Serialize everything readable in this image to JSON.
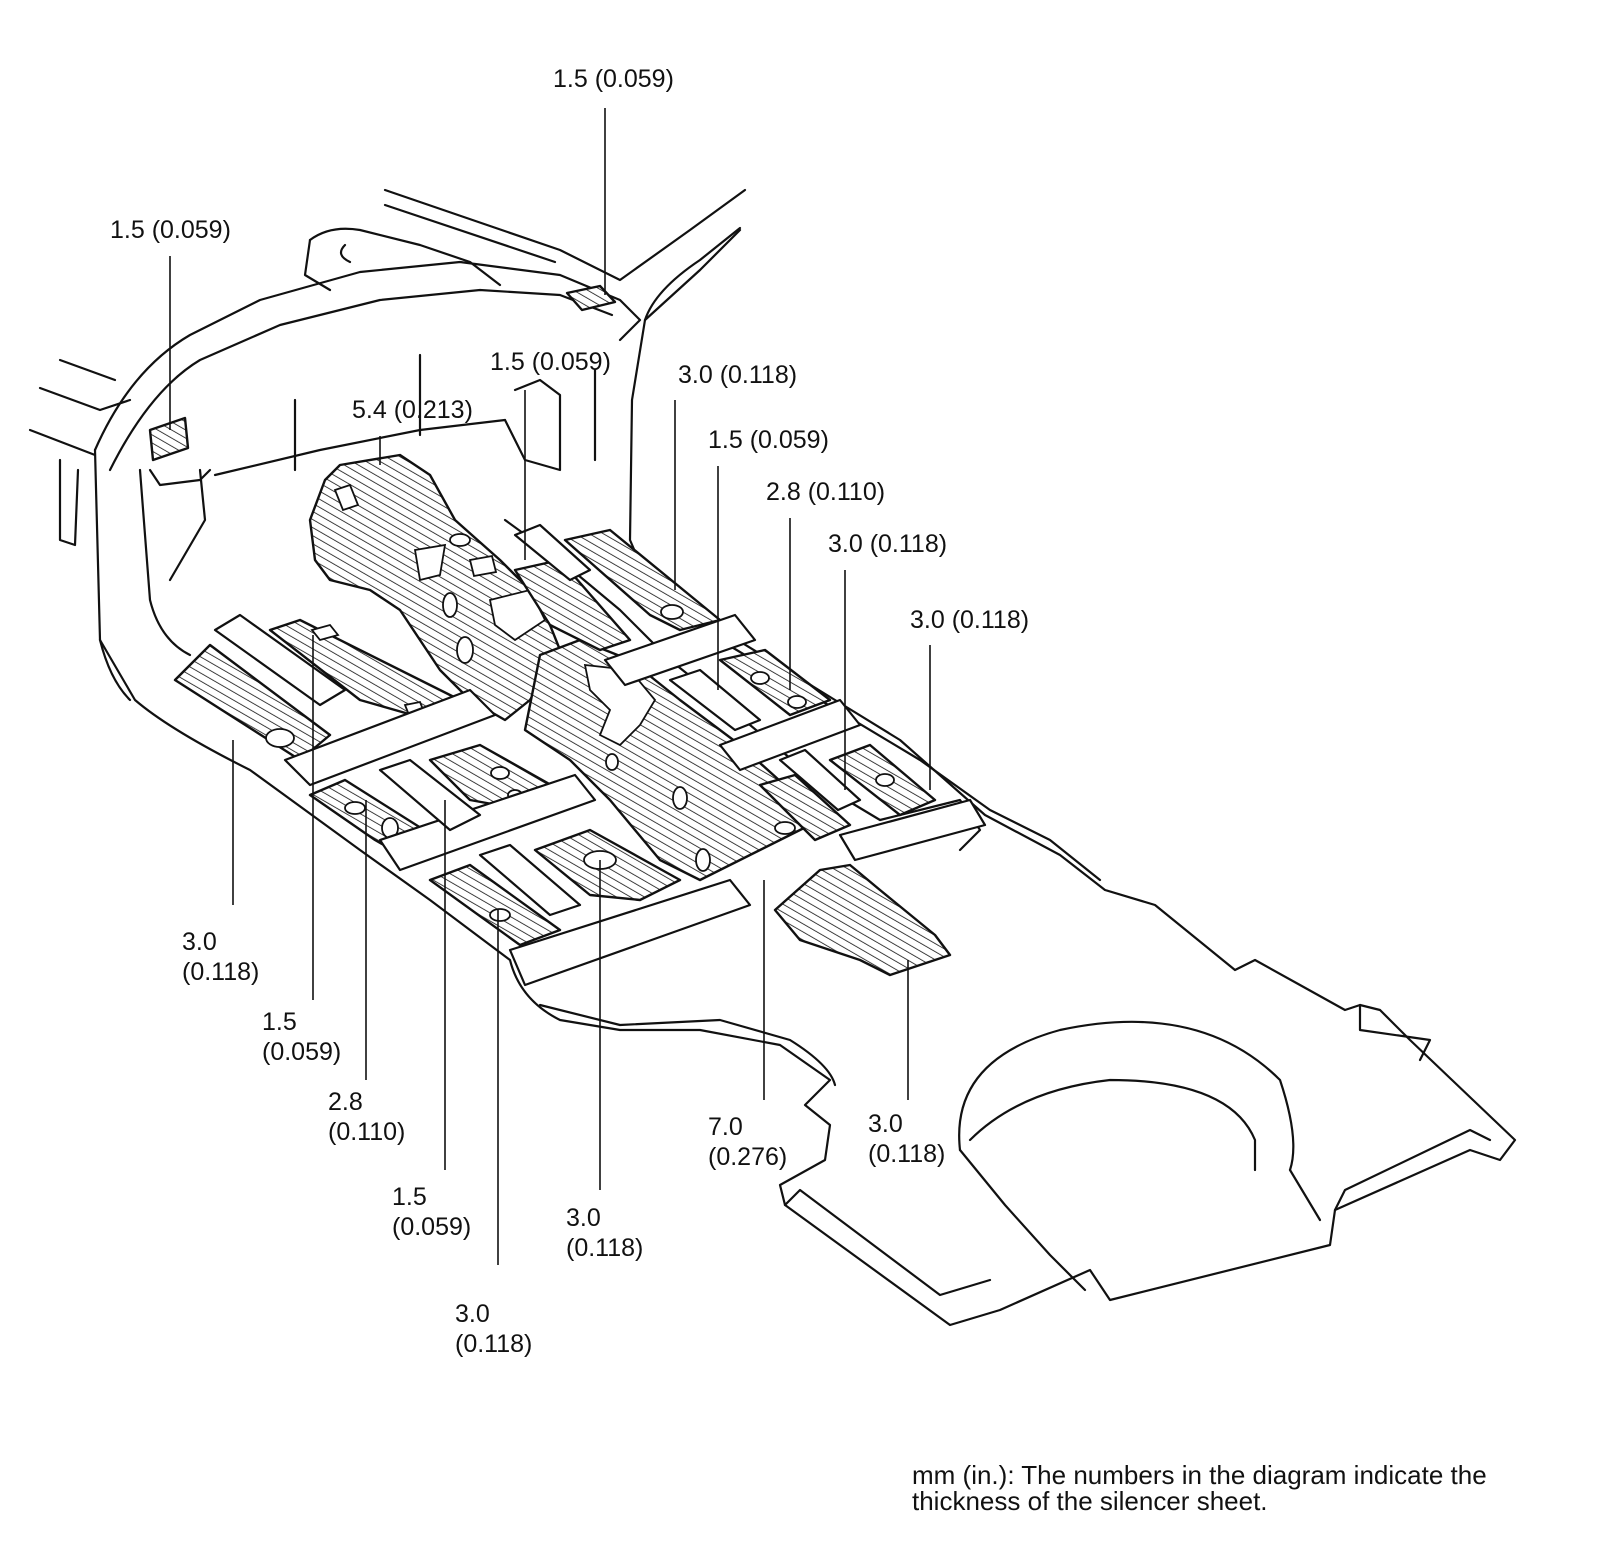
{
  "labels": {
    "top_center": "1.5 (0.059)",
    "top_left": "1.5 (0.059)",
    "mid_center": "1.5 (0.059)",
    "mid_left": "5.4 (0.213)",
    "right_1": "3.0 (0.118)",
    "right_2": "1.5 (0.059)",
    "right_3": "2.8 (0.110)",
    "right_4": "3.0 (0.118)",
    "right_5": "3.0 (0.118)",
    "bottom_1": [
      "3.0",
      "(0.118)"
    ],
    "bottom_2": [
      "1.5",
      "(0.059)"
    ],
    "bottom_3": [
      "2.8",
      "(0.110)"
    ],
    "bottom_4": [
      "1.5",
      "(0.059)"
    ],
    "bottom_5": [
      "3.0",
      "(0.118)"
    ],
    "bottom_6": [
      "3.0",
      "(0.118)"
    ],
    "bottom_7": [
      "7.0",
      "(0.276)"
    ],
    "bottom_8": [
      "3.0",
      "(0.118)"
    ]
  },
  "footnote": {
    "line1": "mm (in.): The numbers in the diagram indicate the",
    "line2": "thickness of the silencer sheet."
  }
}
